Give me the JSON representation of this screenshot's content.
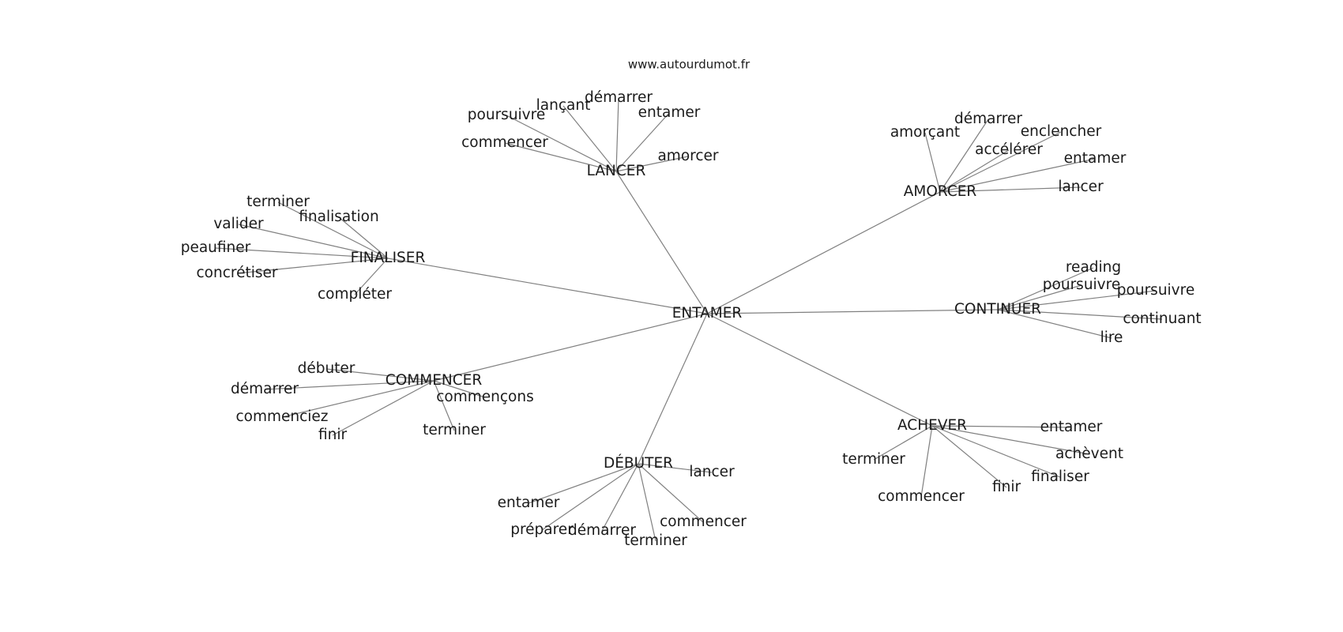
{
  "credit": "www.autourdumot.fr",
  "center": {
    "id": "n_center",
    "label": "ENTAMER"
  },
  "clusters": [
    {
      "id": "n_lancer",
      "label": "LANCER",
      "leaves": [
        {
          "id": "l_lancer_0",
          "label": "démarrer"
        },
        {
          "id": "l_lancer_1",
          "label": "lançant"
        },
        {
          "id": "l_lancer_2",
          "label": "poursuivre"
        },
        {
          "id": "l_lancer_3",
          "label": "entamer"
        },
        {
          "id": "l_lancer_4",
          "label": "commencer"
        },
        {
          "id": "l_lancer_5",
          "label": "amorcer"
        }
      ]
    },
    {
      "id": "n_amorcer",
      "label": "AMORCER",
      "leaves": [
        {
          "id": "l_amorcer_0",
          "label": "démarrer"
        },
        {
          "id": "l_amorcer_1",
          "label": "amorçant"
        },
        {
          "id": "l_amorcer_2",
          "label": "enclencher"
        },
        {
          "id": "l_amorcer_3",
          "label": "accélérer"
        },
        {
          "id": "l_amorcer_4",
          "label": "entamer"
        },
        {
          "id": "l_amorcer_5",
          "label": "lancer"
        }
      ]
    },
    {
      "id": "n_finaliser",
      "label": "FINALISER",
      "leaves": [
        {
          "id": "l_finaliser_0",
          "label": "terminer"
        },
        {
          "id": "l_finaliser_1",
          "label": "finalisation"
        },
        {
          "id": "l_finaliser_2",
          "label": "valider"
        },
        {
          "id": "l_finaliser_3",
          "label": "peaufiner"
        },
        {
          "id": "l_finaliser_4",
          "label": "concrétiser"
        },
        {
          "id": "l_finaliser_5",
          "label": "compléter"
        }
      ]
    },
    {
      "id": "n_continuer",
      "label": "CONTINUER",
      "leaves": [
        {
          "id": "l_continuer_0",
          "label": "reading"
        },
        {
          "id": "l_continuer_1",
          "label": "poursuivre"
        },
        {
          "id": "l_continuer_2",
          "label": "poursuivre"
        },
        {
          "id": "l_continuer_3",
          "label": "continuant"
        },
        {
          "id": "l_continuer_4",
          "label": "lire"
        }
      ]
    },
    {
      "id": "n_commencer",
      "label": "COMMENCER",
      "leaves": [
        {
          "id": "l_commencer_0",
          "label": "débuter"
        },
        {
          "id": "l_commencer_1",
          "label": "démarrer"
        },
        {
          "id": "l_commencer_2",
          "label": "commençons"
        },
        {
          "id": "l_commencer_3",
          "label": "commenciez"
        },
        {
          "id": "l_commencer_4",
          "label": "finir"
        },
        {
          "id": "l_commencer_5",
          "label": "terminer"
        }
      ]
    },
    {
      "id": "n_achever",
      "label": "ACHEVER",
      "leaves": [
        {
          "id": "l_achever_0",
          "label": "entamer"
        },
        {
          "id": "l_achever_1",
          "label": "achèvent"
        },
        {
          "id": "l_achever_2",
          "label": "terminer"
        },
        {
          "id": "l_achever_3",
          "label": "finaliser"
        },
        {
          "id": "l_achever_4",
          "label": "finir"
        },
        {
          "id": "l_achever_5",
          "label": "commencer"
        }
      ]
    },
    {
      "id": "n_debuter",
      "label": "DÉBUTER",
      "leaves": [
        {
          "id": "l_debuter_0",
          "label": "lancer"
        },
        {
          "id": "l_debuter_1",
          "label": "entamer"
        },
        {
          "id": "l_debuter_2",
          "label": "préparer"
        },
        {
          "id": "l_debuter_3",
          "label": "démarrer"
        },
        {
          "id": "l_debuter_4",
          "label": "commencer"
        },
        {
          "id": "l_debuter_5",
          "label": "terminer"
        }
      ]
    }
  ],
  "colors": {
    "edge": "#808080",
    "text": "#1a1a1a",
    "background": "#ffffff"
  }
}
